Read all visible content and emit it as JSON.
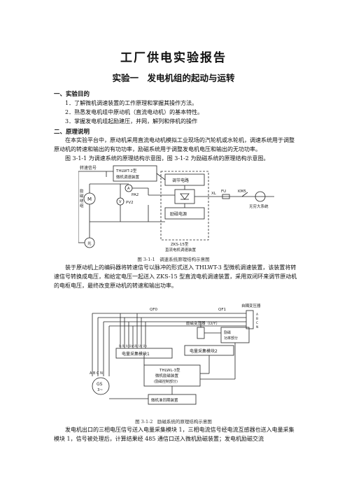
{
  "doc": {
    "title": "工厂供电实验报告",
    "subtitle": "实验一　发电机组的起动与运转",
    "sec1": "一、实验目的",
    "items": [
      "1．了解微机调速装置的工作原理和掌握其操作方法。",
      "2．熟悉发电机组中原动机（直流电动机）的基本特性。",
      "3．掌握发电机组起励建压，并网，解列和停机的操作"
    ],
    "sec2": "二、原理说明",
    "para1": "在本实验平台中，原动机采用直流电动机模拟工业现场的汽轮机或水轮机，调速系统用于调整原动机的转速和输出的有功功率，励磁系统用于调整发电机电压和输出的无功功率。",
    "para2": "图 3-1-1 为调速系统的原理结构示意图，图 3-1-2 为励磁系统的原理结构示意图。",
    "fig1_caption": "图 3-1-1　调速系统原理结构示意图",
    "para3": "装于原动机上的编码器将转速信号以脉冲的形式送入 THLWT-3 型微机调速装置，该装置将转速信号转换成电压，和给定电压一起送入 ZKS-15 型直流电机调速装置，采用双闭环来调节原动机的电枢电压，最终改变原动机的转速和输出功率。",
    "fig2_caption": "图 3-1-2　励磁系统的原理结构示意图",
    "para4": "发电机出口的三相电压信号送入电量采集模块 1，三相电流信号经电流互感器也送入电量采集模块 1，信号被处理后，计算结果经 485 通信口送入微机励磁装置；发电机励磁交流"
  },
  "fig1": {
    "speed_signal": "转速信号",
    "thlwt_box_line1": "THLWT-2型",
    "thlwt_box_line2": "微机调速装置",
    "regulator": "调节电路",
    "excitation_power": "励磁电源",
    "zks_line1": "ZKS-15型",
    "zks_line2": "直流电机调速装置",
    "armature_line1": "励",
    "armature_line2": "磁",
    "armature_line3": "绕",
    "armature_line4": "组",
    "motor": "M",
    "pa2": "PA2",
    "pv2": "PV2",
    "ammeter": "A",
    "voltmeter": "V",
    "xl": "XL",
    "fu": "FU",
    "km5": "KM5",
    "infinite_system": "无穷大系统",
    "encoder": "光"
  },
  "fig2": {
    "autotransformer": "自耦变压器",
    "qf0": "QF0",
    "qf1": "QF1",
    "phase_a": "A",
    "phase_b": "B",
    "phase_c": "C",
    "phase_n": "N",
    "exc_transformer": "励磁变压器（D/Y）",
    "module1": "电量采集模块1",
    "module2": "电量采集模块2",
    "exc_power_line1": "励磁",
    "exc_power_line2": "功率部分",
    "thlwl_line1": "THLWL-3型",
    "thlwl_line2": "微机励磁装置",
    "thlwl_line3": "(励磁控制部分)",
    "sync_device": "微机准同期装置",
    "gen_abcn": "A B C N",
    "gen_gs": "GS",
    "gen_3": "3~",
    "ia_ib": "Ia Ib Ic Ua Ub Uc Un"
  }
}
